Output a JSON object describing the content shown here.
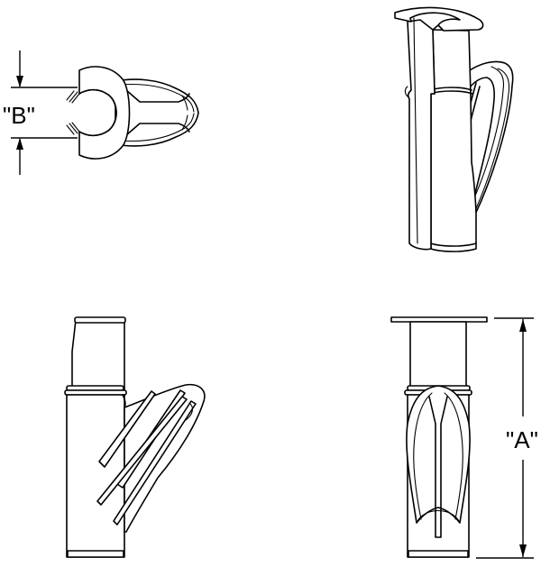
{
  "figure": {
    "type": "technical-drawing",
    "subject": "clip fastener / push-in retainer, four views",
    "line_color": "#000000",
    "background": "#ffffff"
  },
  "views": [
    {
      "id": "top-view",
      "position": "top-left",
      "description": "end view showing C-shaped head with barbed legs"
    },
    {
      "id": "isometric-view",
      "position": "top-right",
      "description": "isometric view with flange and flexible wing"
    },
    {
      "id": "side-view",
      "position": "bottom-left",
      "description": "side elevation with angled barbed wing"
    },
    {
      "id": "front-view",
      "position": "bottom-right",
      "description": "front elevation with overall length dimension"
    }
  ],
  "dimensions": {
    "a": {
      "label": "\"A\"",
      "meaning": "overall length"
    },
    "b": {
      "label": "\"B\"",
      "meaning": "slot width"
    }
  }
}
